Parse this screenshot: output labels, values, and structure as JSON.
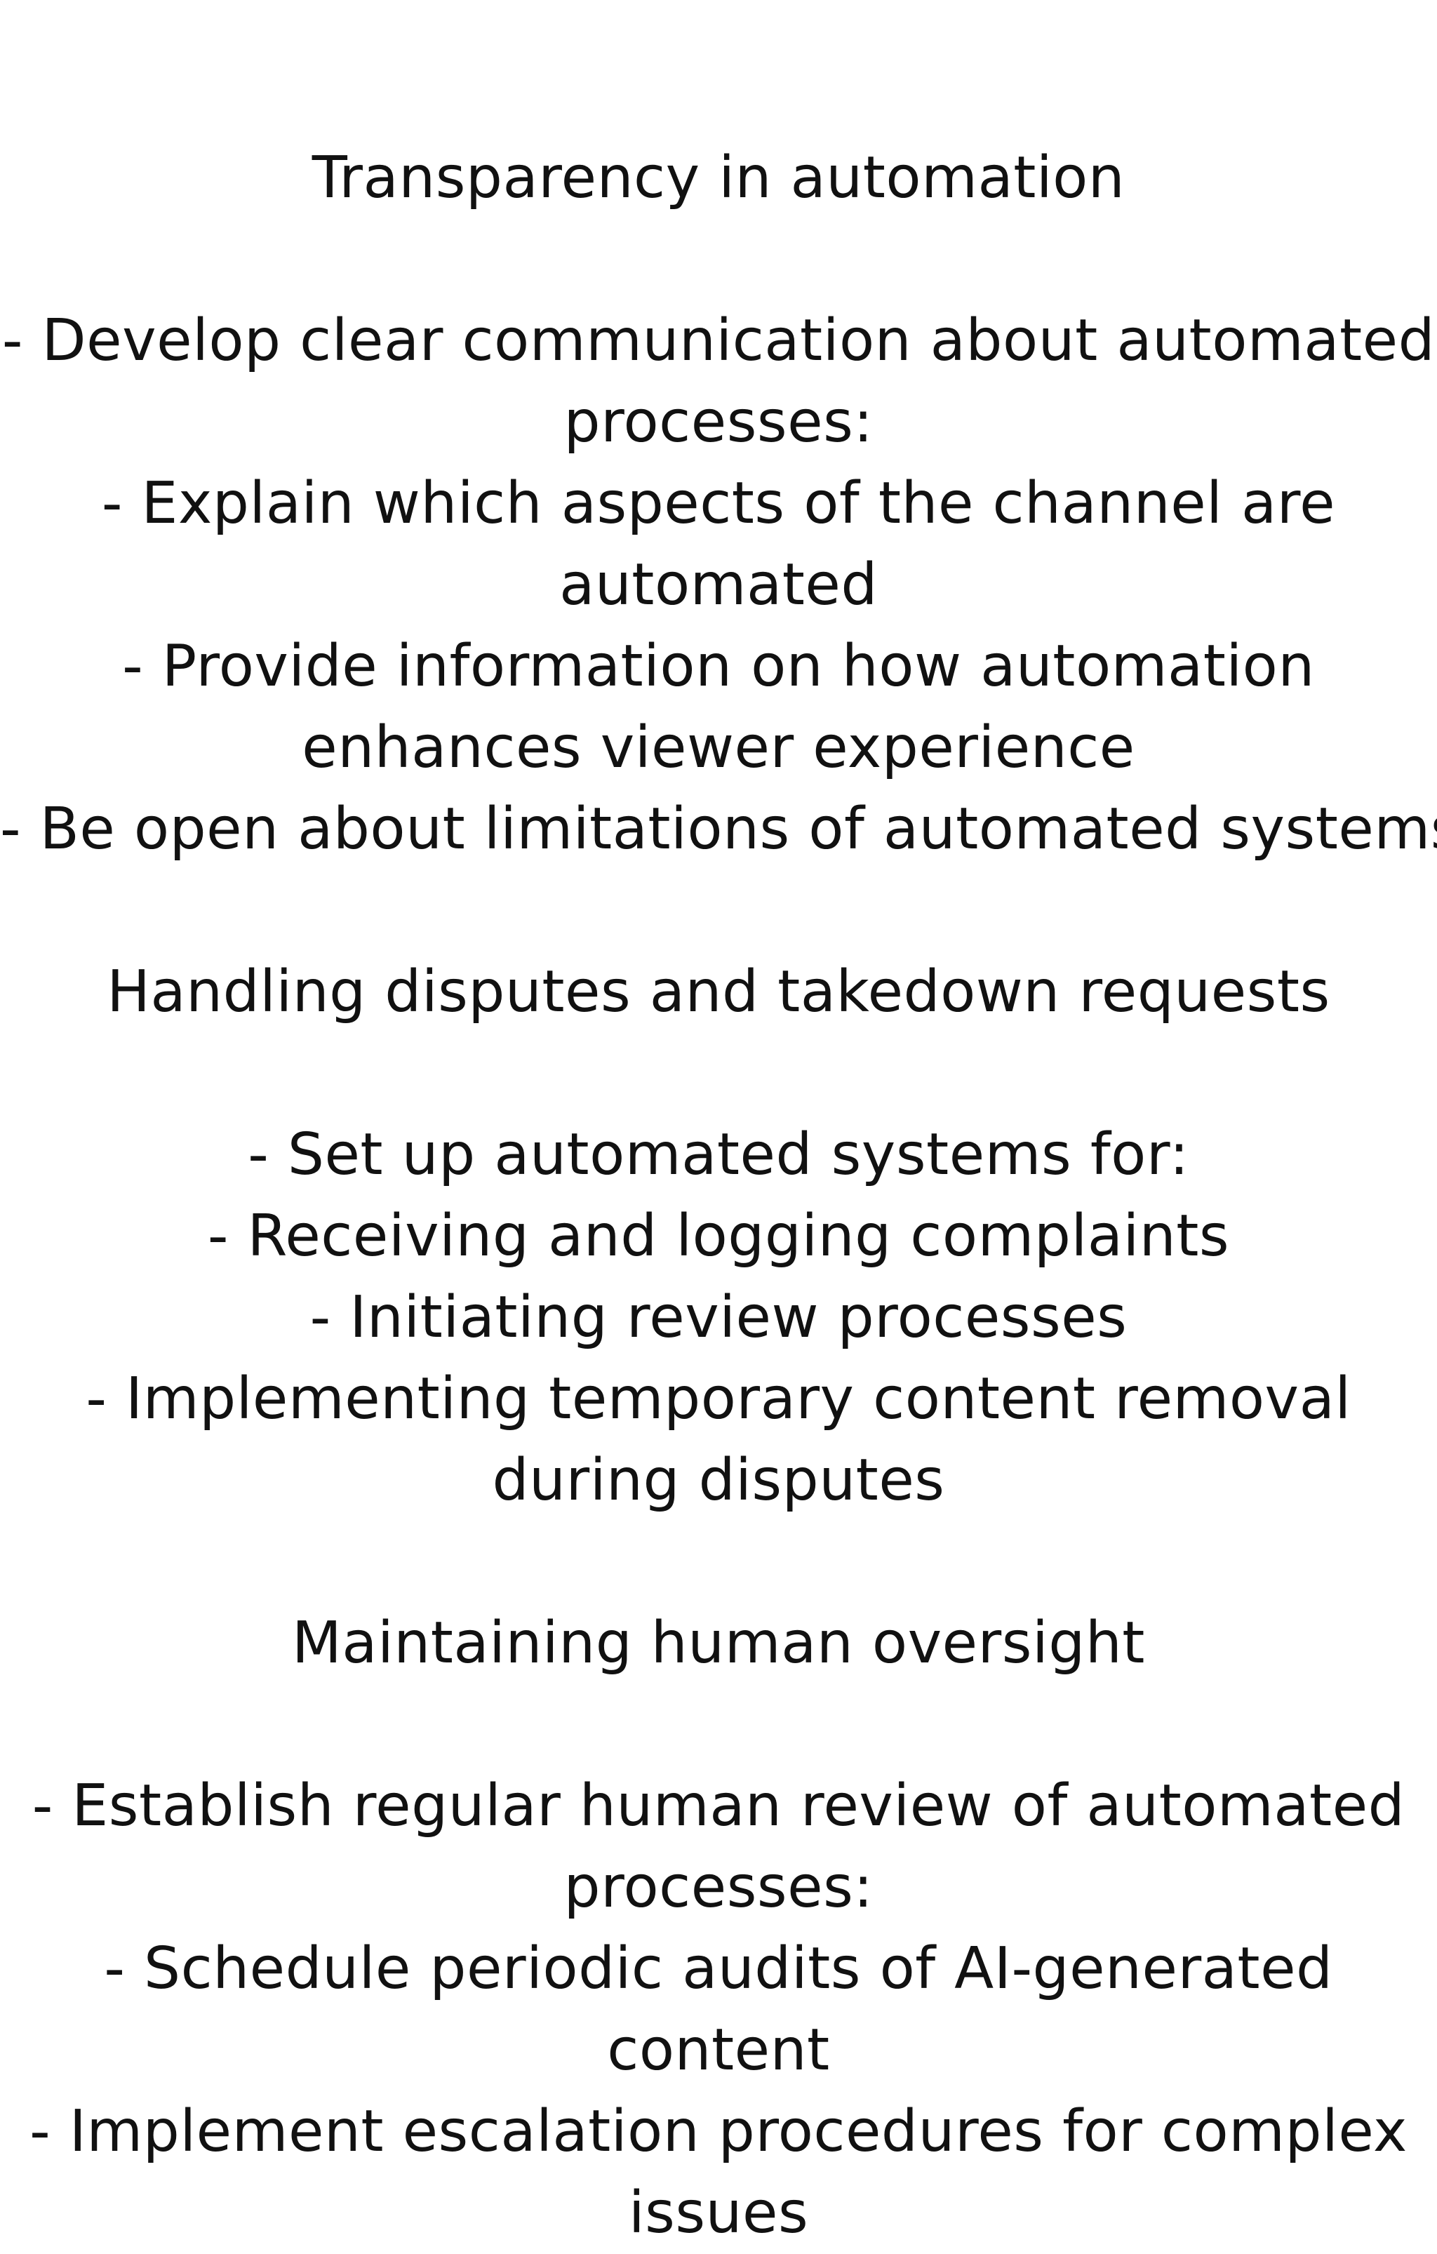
{
  "document": {
    "sections": [
      {
        "heading": "Transparency in automation",
        "lines": [
          "- Develop clear communication about automated",
          "processes:",
          "- Explain which aspects of the channel are",
          "automated",
          "- Provide information on how automation",
          "enhances viewer experience",
          "- Be open about limitations of automated systems"
        ]
      },
      {
        "heading": "Handling disputes and takedown requests",
        "lines": [
          "- Set up automated systems for:",
          "- Receiving and logging complaints",
          "- Initiating review processes",
          "- Implementing temporary content removal",
          "during disputes"
        ]
      },
      {
        "heading": "Maintaining human oversight",
        "lines": [
          "- Establish regular human review of automated",
          "processes:",
          "- Schedule periodic audits of AI-generated",
          "content",
          "- Implement escalation procedures for complex",
          "issues"
        ]
      }
    ]
  }
}
